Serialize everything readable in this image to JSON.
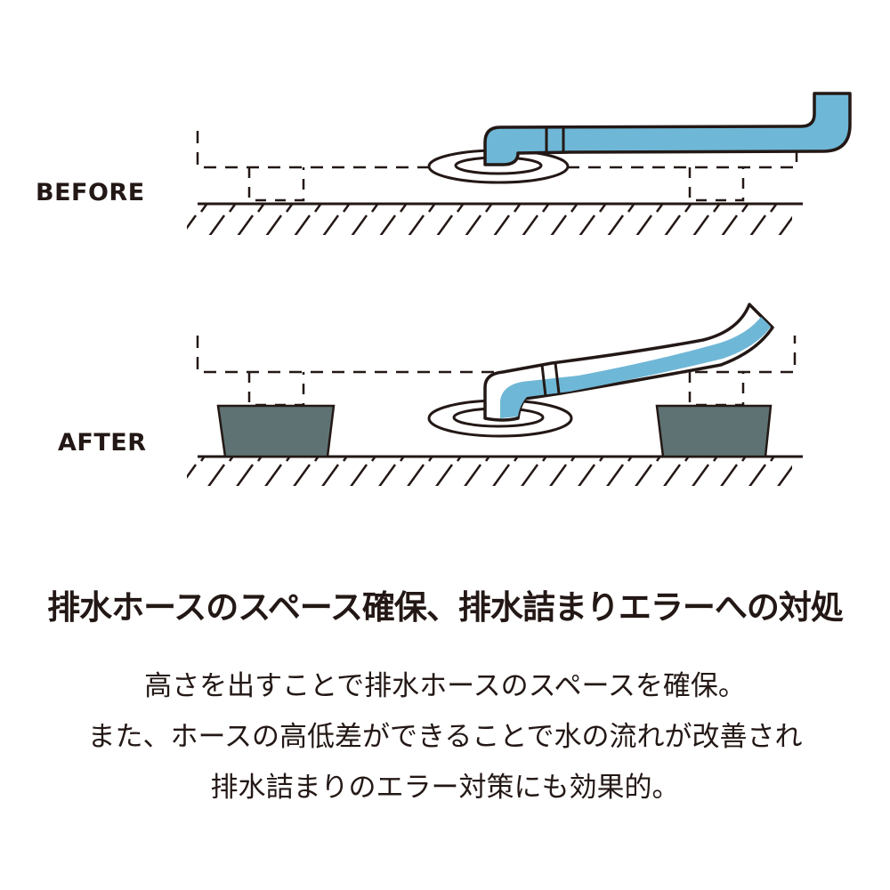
{
  "labels": {
    "before": "BEFORE",
    "after": "AFTER"
  },
  "heading": "排水ホースのスペース確保、排水詰まりエラーへの対処",
  "body": [
    "高さを出すことで排水ホースのスペースを確保。",
    "また、ホースの高低差ができることで水の流れが改善され",
    "排水詰まりのエラー対策にも効果的。"
  ],
  "colors": {
    "water": "#6fb7d6",
    "block": "#5e7273",
    "line": "#231815"
  }
}
